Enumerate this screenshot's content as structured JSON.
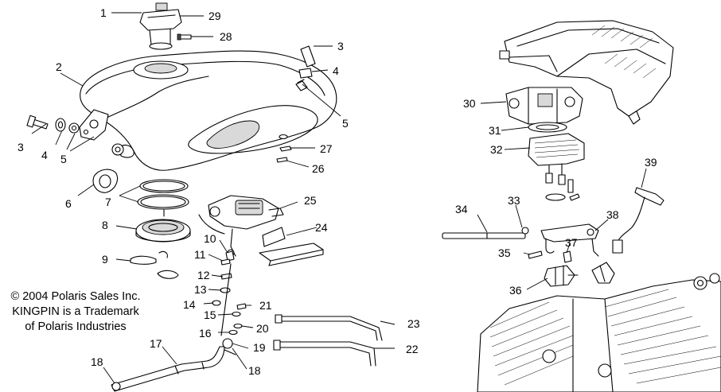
{
  "callouts": {
    "c1": "1",
    "c2": "2",
    "c3a": "3",
    "c3b": "3",
    "c4a": "4",
    "c4b": "4",
    "c5a": "5",
    "c5b": "5",
    "c6": "6",
    "c7": "7",
    "c8": "8",
    "c9": "9",
    "c10": "10",
    "c11": "11",
    "c12": "12",
    "c13": "13",
    "c14": "14",
    "c15": "15",
    "c16": "16",
    "c17": "17",
    "c18a": "18",
    "c18b": "18",
    "c19": "19",
    "c20": "20",
    "c21": "21",
    "c22": "22",
    "c23": "23",
    "c24": "24",
    "c25": "25",
    "c26": "26",
    "c27": "27",
    "c28": "28",
    "c29": "29",
    "c30": "30",
    "c31": "31",
    "c32": "32",
    "c33": "33",
    "c34": "34",
    "c35": "35",
    "c36": "36",
    "c37": "37",
    "c38": "38",
    "c39": "39"
  },
  "copyright": {
    "line1": "© 2004 Polaris Sales Inc.",
    "line2": "KINGPIN is a Trademark",
    "line3": "of Polaris Industries"
  }
}
